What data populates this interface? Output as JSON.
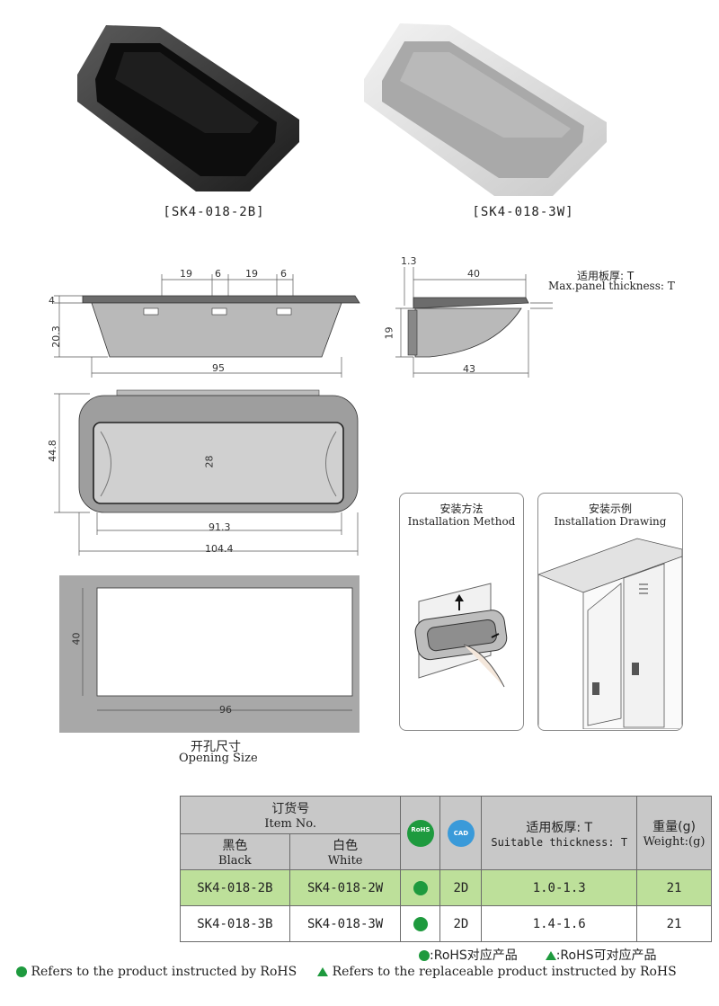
{
  "products": {
    "black_caption": "[SK4-018-2B]",
    "white_caption": "[SK4-018-3W]"
  },
  "drawing": {
    "front": {
      "d19a": "19",
      "d6a": "6",
      "d19b": "19",
      "d6b": "6",
      "d4": "4",
      "d203": "20.3",
      "d95": "95"
    },
    "side": {
      "d13": "1.3",
      "d40": "40",
      "d19": "19",
      "d43": "43",
      "note_cn": "适用板厚: T",
      "note_en": "Max.panel thickness: T"
    },
    "top": {
      "d448": "44.8",
      "d28": "28",
      "d913": "91.3",
      "d1044": "104.4"
    },
    "cutout": {
      "d40": "40",
      "d96": "96",
      "title_cn": "开孔尺寸",
      "title_en": "Opening Size"
    }
  },
  "panels": {
    "install_method": {
      "title_cn": "安装方法",
      "title_en": "Installation Method"
    },
    "install_drawing": {
      "title_cn": "安装示例",
      "title_en": "Installation Drawing"
    }
  },
  "table": {
    "item_no_cn": "订货号",
    "item_no_en": "Item No.",
    "black_cn": "黑色",
    "black_en": "Black",
    "white_cn": "白色",
    "white_en": "White",
    "rohs_badge": "RoHS",
    "cad_badge": "CAD",
    "thickness_cn": "适用板厚: T",
    "thickness_en": "Suitable thickness: T",
    "weight_cn": "重量(g)",
    "weight_en": "Weight:(g)",
    "rows": [
      {
        "black": "SK4-018-2B",
        "white": "SK4-018-2W",
        "cad": "2D",
        "thickness": "1.0-1.3",
        "weight": "21"
      },
      {
        "black": "SK4-018-3B",
        "white": "SK4-018-3W",
        "cad": "2D",
        "thickness": "1.4-1.6",
        "weight": "21"
      }
    ]
  },
  "legend": {
    "rohs_cn": ":RoHS对应产品",
    "rohs_possible_cn": ":RoHS可对应产品",
    "rohs_en": "Refers to the product instructed by RoHS",
    "replaceable_en": "Refers to the replaceable product instructed by RoHS"
  },
  "colors": {
    "rohs_green": "#1e9a3e",
    "cad_blue": "#3a9ad9",
    "row_highlight": "#bde09a",
    "header_gray": "#c8c8c8"
  }
}
